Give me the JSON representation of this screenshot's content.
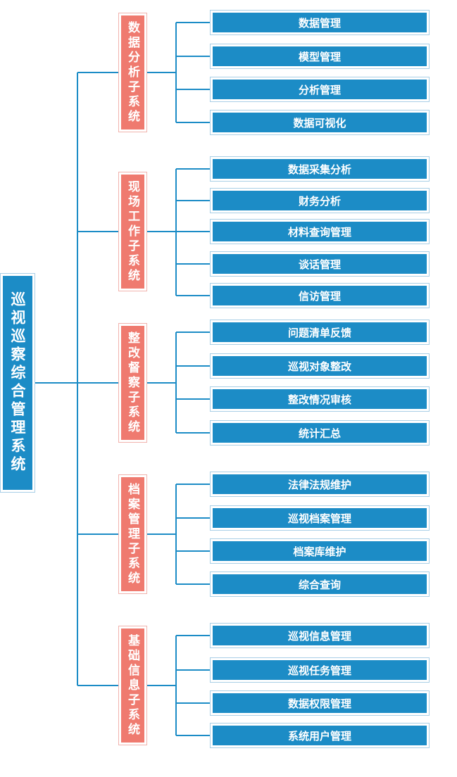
{
  "colors": {
    "connector": "#1c8cc6",
    "root_fill": "#1c8cc6",
    "subsystem_fill": "#ef7a6f",
    "leaf_fill": "#1c8cc6"
  },
  "root": {
    "label": "巡视巡察综合管理系统"
  },
  "subsystems": [
    {
      "label": "数据分析子系统",
      "items": [
        "数据管理",
        "模型管理",
        "分析管理",
        "数据可视化"
      ]
    },
    {
      "label": "现场工作子系统",
      "items": [
        "数据采集分析",
        "财务分析",
        "材料查询管理",
        "谈话管理",
        "信访管理"
      ]
    },
    {
      "label": "整改督察子系统",
      "items": [
        "问题清单反馈",
        "巡视对象整改",
        "整改情况审核",
        "统计汇总"
      ]
    },
    {
      "label": "档案管理子系统",
      "items": [
        "法律法规维护",
        "巡视档案管理",
        "档案库维护",
        "综合查询"
      ]
    },
    {
      "label": "基础信息子系统",
      "items": [
        "巡视信息管理",
        "巡视任务管理",
        "数据权限管理",
        "系统用户管理"
      ]
    }
  ]
}
